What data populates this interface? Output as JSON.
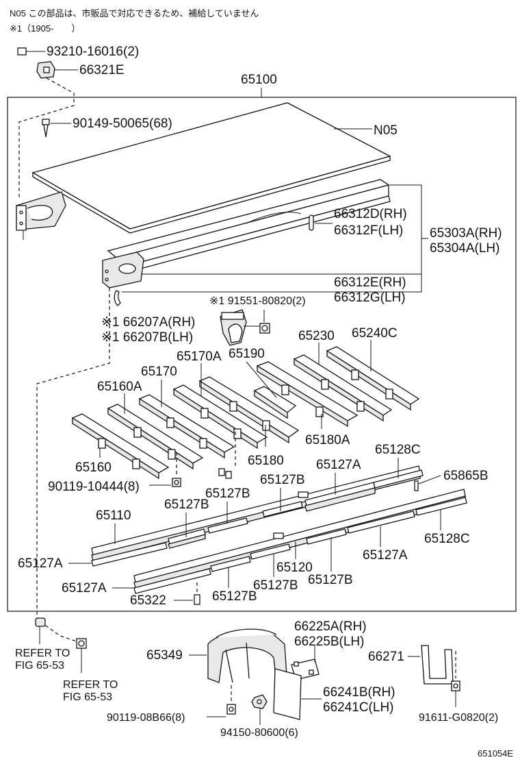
{
  "notes": {
    "line1": "N05 この部品は、市販品で対応できるため、補給していません",
    "line2": "※1（1905-　　）"
  },
  "footer_code": "651054E",
  "labels": {
    "p93210": "93210-16016(2)",
    "p66321E": "66321E",
    "p65100": "65100",
    "p90149": "90149-50065(68)",
    "pN05": "N05",
    "p66312D": "66312D(RH)",
    "p66312F": "66312F(LH)",
    "p65303A": "65303A(RH)",
    "p65304A": "65304A(LH)",
    "p66312E": "66312E(RH)",
    "p66312G": "66312G(LH)",
    "p91551": "※1 91551-80820(2)",
    "p66207A": "※1 66207A(RH)",
    "p66207B": "※1 66207B(LH)",
    "p65230": "65230",
    "p65240C": "65240C",
    "p65170A": "65170A",
    "p65190": "65190",
    "p65170": "65170",
    "p65160A": "65160A",
    "p65180A": "65180A",
    "p65160": "65160",
    "p65180": "65180",
    "p90119a": "90119-10444(8)",
    "p65127A_top": "65127A",
    "p65128C_top": "65128C",
    "p65865B": "65865B",
    "p65127B_a": "65127B",
    "p65127B_b": "65127B",
    "p65127B_c": "65127B",
    "p65110": "65110",
    "p65128C_right": "65128C",
    "p65127A_mid": "65127A",
    "p65127A_left": "65127A",
    "p65120": "65120",
    "p65127A_left2": "65127A",
    "p65127B_d": "65127B",
    "p65127B_e": "65127B",
    "p65322": "65322",
    "p65127B_f": "65127B",
    "ref1_line1": "REFER TO",
    "ref1_line2": "FIG 65-53",
    "ref2_line1": "REFER TO",
    "ref2_line2": "FIG 65-53",
    "p65349": "65349",
    "p66225A": "66225A(RH)",
    "p66225B": "66225B(LH)",
    "p66271": "66271",
    "p66241B": "66241B(RH)",
    "p66241C": "66241C(LH)",
    "p90119b": "90119-08B66(8)",
    "p94150": "94150-80600(6)",
    "p91611": "91611-G0820(2)"
  }
}
